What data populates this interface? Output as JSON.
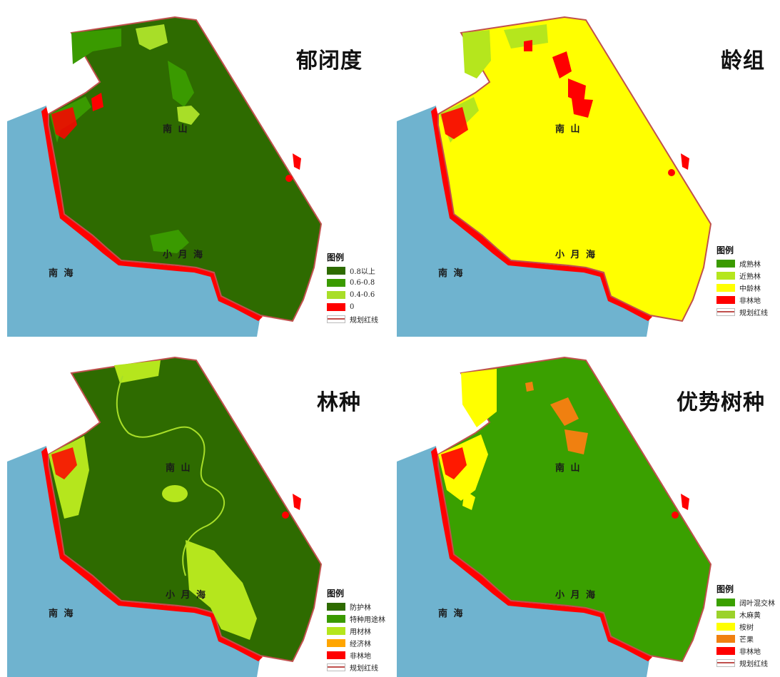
{
  "colors": {
    "sea": "#6fb3cf",
    "redline": "#c0504d",
    "nonforest": "#ff0000"
  },
  "panels": [
    {
      "title": "郁闭度",
      "base_color": "#2e6b00",
      "labels": {
        "mountain": "南 山",
        "bay": "小 月 海",
        "sea": "南 海"
      },
      "legend": {
        "heading": "图例",
        "items": [
          {
            "label": "0.8以上",
            "color": "#2e6b00"
          },
          {
            "label": "0.6-0.8",
            "color": "#3a9a00"
          },
          {
            "label": "0.4-0.6",
            "color": "#a8de28"
          },
          {
            "label": "0",
            "color": "#ff0000"
          },
          {
            "label": "规划红线",
            "color": "#c0504d",
            "line": true
          }
        ]
      }
    },
    {
      "title": "龄组",
      "base_color": "#ffff00",
      "labels": {
        "mountain": "南 山",
        "bay": "小 月 海",
        "sea": "南 海"
      },
      "legend": {
        "heading": "图例",
        "items": [
          {
            "label": "成熟林",
            "color": "#3a9a00"
          },
          {
            "label": "近熟林",
            "color": "#b5e61d"
          },
          {
            "label": "中龄林",
            "color": "#ffff00"
          },
          {
            "label": "非林地",
            "color": "#ff0000"
          },
          {
            "label": "规划红线",
            "color": "#c0504d",
            "line": true
          }
        ]
      }
    },
    {
      "title": "林种",
      "base_color": "#2e6b00",
      "labels": {
        "mountain": "南 山",
        "bay": "小 月 海",
        "sea": "南 海"
      },
      "legend": {
        "heading": "图例",
        "items": [
          {
            "label": "防护林",
            "color": "#2e6b00"
          },
          {
            "label": "特种用途林",
            "color": "#3a9a00"
          },
          {
            "label": "用材林",
            "color": "#b5e61d"
          },
          {
            "label": "经济林",
            "color": "#ffa500"
          },
          {
            "label": "非林地",
            "color": "#ff0000"
          },
          {
            "label": "规划红线",
            "color": "#c0504d",
            "line": true
          }
        ]
      }
    },
    {
      "title": "优势树种",
      "base_color": "#3aa000",
      "labels": {
        "mountain": "南 山",
        "bay": "小 月 海",
        "sea": "南 海"
      },
      "legend": {
        "heading": "图例",
        "items": [
          {
            "label": "阔叶混交林",
            "color": "#3aa000"
          },
          {
            "label": "木麻黄",
            "color": "#9bd22a"
          },
          {
            "label": "桉树",
            "color": "#ffff00"
          },
          {
            "label": "芒果",
            "color": "#f08010"
          },
          {
            "label": "非林地",
            "color": "#ff0000"
          },
          {
            "label": "规划红线",
            "color": "#c0504d",
            "line": true
          }
        ]
      }
    }
  ]
}
